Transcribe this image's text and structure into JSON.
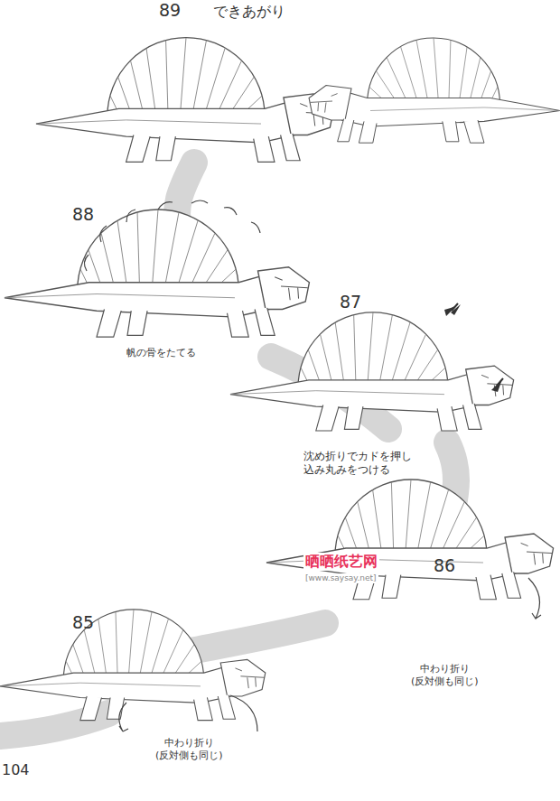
{
  "diagram": {
    "labels": [
      "89",
      "できあがり",
      "88",
      "帆の骨をたてる",
      "87",
      "沈め折りでカドを押し 込み丸みをつける",
      "86",
      "晒晒纸艺网",
      "[www.saysay.net]",
      "中わり折り (反対側も同じ)",
      "85",
      "中わり折り (反対側も同じ)",
      "104"
    ]
  }
}
